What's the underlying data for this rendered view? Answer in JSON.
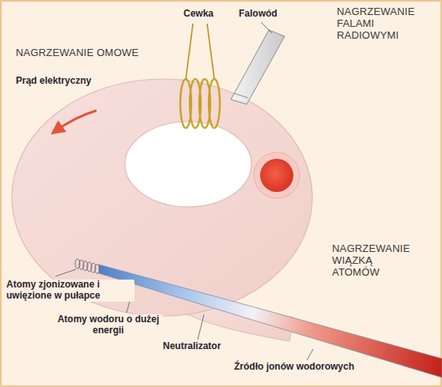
{
  "diagram": {
    "labels": [
      "NAGRZEWANIE OMOWE",
      "Cewka",
      "Falowód",
      "NAGRZEWANIE FALAMI RADIOWYMI",
      "Prąd elektryczny",
      "Atomy zjonizowane i uwięzione w pułapce",
      "NAGRZEWANIE WIĄZKĄ ATOMÓW",
      "Atomy wodoru o dużej energii",
      "Neutralizator",
      "Źródło jonów wodorowych"
    ]
  }
}
